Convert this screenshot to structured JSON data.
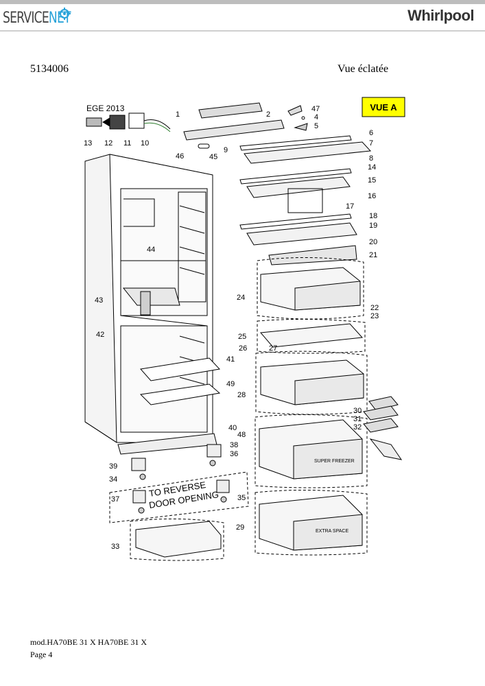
{
  "header": {
    "brand_left_a": "SERVICE",
    "brand_left_b": "NET",
    "brand_right": "Whirlpool"
  },
  "document": {
    "code": "5134006",
    "view_title": "Vue éclatée"
  },
  "diagram": {
    "view_badge": "VUE A",
    "ege_label": "EGE 2013",
    "reverse_line1": "TO REVERSE",
    "reverse_line2": "DOOR OPENING",
    "super_freezer": "SUPER FREEZER",
    "extra_space": "EXTRA SPACE",
    "callouts": [
      "1",
      "2",
      "47",
      "4",
      "5",
      "6",
      "7",
      "8",
      "14",
      "15",
      "16",
      "17",
      "18",
      "19",
      "20",
      "21",
      "22",
      "23",
      "24",
      "25",
      "26",
      "27",
      "28",
      "29",
      "30",
      "31",
      "32",
      "33",
      "34",
      "35",
      "36",
      "37",
      "38",
      "39",
      "40",
      "41",
      "42",
      "43",
      "44",
      "45",
      "46",
      "48",
      "49",
      "9",
      "10",
      "11",
      "12",
      "13"
    ],
    "badge_color": "#ffff00"
  },
  "footer": {
    "model": "mod.HA70BE 31 X HA70BE 31 X",
    "page": "Page 4"
  }
}
